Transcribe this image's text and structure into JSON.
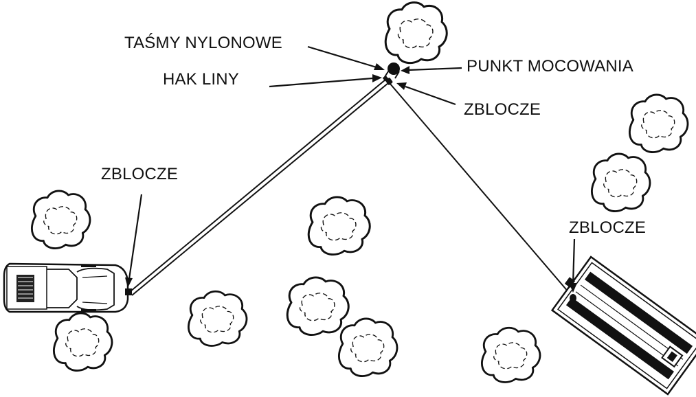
{
  "labels": {
    "nylon_straps": "TAŚMY NYLONOWE",
    "line_hook": "HAK LINY",
    "anchor_point": "PUNKT MOCOWANIA",
    "snatch_block_top": "ZBLOCZE",
    "snatch_block_left": "ZBLOCZE",
    "snatch_block_right": "ZBLOCZE"
  },
  "colors": {
    "ink": "#111111",
    "background": "#ffffff"
  }
}
